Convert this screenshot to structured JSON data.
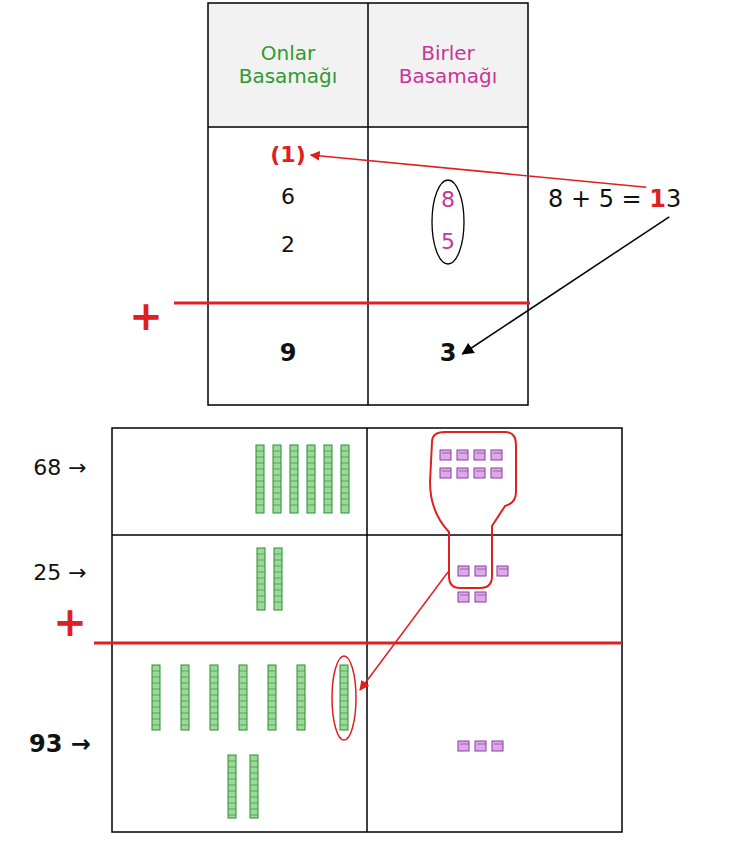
{
  "diagram": {
    "labels": [
      "Onlar Basamağı",
      "Birler Basamağı",
      "(1)",
      "6",
      "8",
      "2",
      "5",
      "+",
      "9",
      "3",
      "8 + 5 = 13",
      "68 →",
      "25 →",
      "+",
      "93 →"
    ]
  }
}
